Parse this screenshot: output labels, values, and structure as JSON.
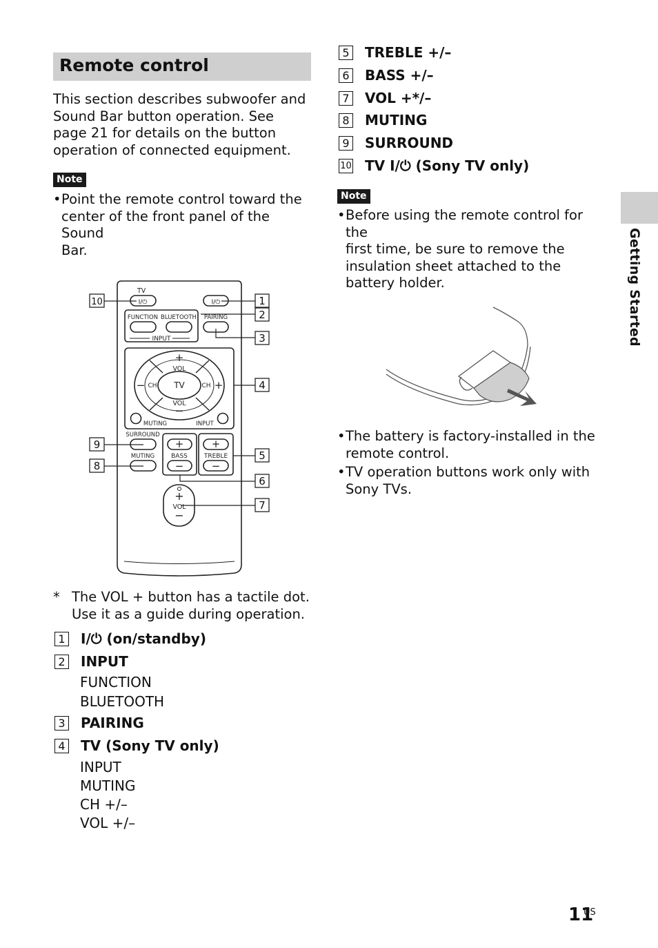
{
  "section": {
    "title": "Remote control",
    "intro": [
      "This section describes subwoofer and",
      "Sound Bar button operation. See",
      "page 21 for details on the button",
      "operation of connected equipment."
    ]
  },
  "note1": {
    "badge": "Note",
    "bullet": "•",
    "lines": [
      "Point the remote control toward the",
      "center of the front panel of the Sound",
      "Bar."
    ]
  },
  "remote": {
    "tv": "TV",
    "power": "I/⏻",
    "function": "FUNCTION",
    "bluetooth": "BLUETOOTH",
    "pairing": "PAIRING",
    "input_group": "INPUT",
    "vol": "VOL",
    "ch": "CH",
    "tv_center": "TV",
    "muting": "MUTING",
    "input": "INPUT",
    "surround": "SURROUND",
    "muting2": "MUTING",
    "bass": "BASS",
    "treble": "TREBLE",
    "plus": "+",
    "minus": "−",
    "callouts": [
      "1",
      "2",
      "3",
      "4",
      "5",
      "6",
      "7",
      "8",
      "9",
      "10"
    ]
  },
  "footnote": {
    "mark": "*",
    "lines": [
      "The VOL + button has a tactile dot.",
      "Use it as a guide during operation."
    ]
  },
  "items_left": [
    {
      "num": "1",
      "label": "I/⏻ (on/standby)",
      "subs": []
    },
    {
      "num": "2",
      "label": "INPUT",
      "subs": [
        "FUNCTION",
        "BLUETOOTH"
      ]
    },
    {
      "num": "3",
      "label": "PAIRING",
      "subs": []
    },
    {
      "num": "4",
      "label": "TV (Sony TV only)",
      "subs": [
        "INPUT",
        "MUTING",
        "CH +/–",
        "VOL +/–"
      ]
    }
  ],
  "items_right": [
    {
      "num": "5",
      "label": "TREBLE +/–"
    },
    {
      "num": "6",
      "label": "BASS +/–"
    },
    {
      "num": "7",
      "label": "VOL +*/–"
    },
    {
      "num": "8",
      "label": "MUTING"
    },
    {
      "num": "9",
      "label": "SURROUND"
    },
    {
      "num": "10",
      "label": "TV I/⏻ (Sony TV only)"
    }
  ],
  "note2": {
    "badge": "Note",
    "bullets": [
      [
        "Before using the remote control for the",
        "first time, be sure to remove the",
        "insulation sheet attached to the",
        "battery holder."
      ],
      [
        "The battery is factory-installed in the",
        "remote control."
      ],
      [
        "TV operation buttons work only with",
        "Sony TVs."
      ]
    ]
  },
  "side_tab": "Getting Started",
  "page": {
    "number": "11",
    "suffix": "US"
  }
}
